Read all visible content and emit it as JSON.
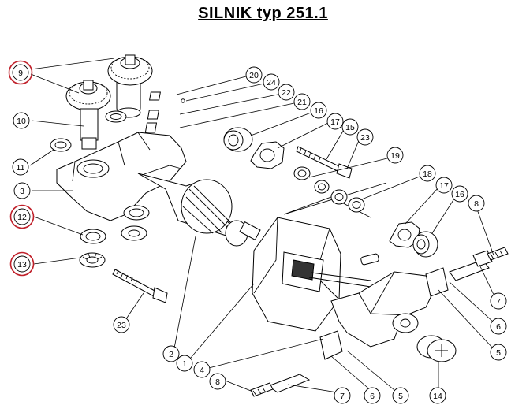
{
  "title": "SILNIK  typ 251.1",
  "colors": {
    "highlight": "#c0202a",
    "ink": "#000000",
    "background": "#ffffff"
  },
  "callouts": [
    {
      "id": "c9",
      "label": "9",
      "highlighted": true
    },
    {
      "id": "c10",
      "label": "10",
      "highlighted": false
    },
    {
      "id": "c11",
      "label": "11",
      "highlighted": false
    },
    {
      "id": "c3",
      "label": "3",
      "highlighted": false
    },
    {
      "id": "c12",
      "label": "12",
      "highlighted": true
    },
    {
      "id": "c13",
      "label": "13",
      "highlighted": true
    },
    {
      "id": "c23a",
      "label": "23",
      "highlighted": false
    },
    {
      "id": "c2",
      "label": "2",
      "highlighted": false
    },
    {
      "id": "c1",
      "label": "1",
      "highlighted": false
    },
    {
      "id": "c4",
      "label": "4",
      "highlighted": false
    },
    {
      "id": "c8a",
      "label": "8",
      "highlighted": false
    },
    {
      "id": "c7a",
      "label": "7",
      "highlighted": false
    },
    {
      "id": "c6a",
      "label": "6",
      "highlighted": false
    },
    {
      "id": "c5a",
      "label": "5",
      "highlighted": false
    },
    {
      "id": "c14",
      "label": "14",
      "highlighted": false
    },
    {
      "id": "c20",
      "label": "20",
      "highlighted": false
    },
    {
      "id": "c24",
      "label": "24",
      "highlighted": false
    },
    {
      "id": "c22",
      "label": "22",
      "highlighted": false
    },
    {
      "id": "c21",
      "label": "21",
      "highlighted": false
    },
    {
      "id": "c16a",
      "label": "16",
      "highlighted": false
    },
    {
      "id": "c17a",
      "label": "17",
      "highlighted": false
    },
    {
      "id": "c15",
      "label": "15",
      "highlighted": false
    },
    {
      "id": "c23b",
      "label": "23",
      "highlighted": false
    },
    {
      "id": "c19",
      "label": "19",
      "highlighted": false
    },
    {
      "id": "c18",
      "label": "18",
      "highlighted": false
    },
    {
      "id": "c17b",
      "label": "17",
      "highlighted": false
    },
    {
      "id": "c16b",
      "label": "16",
      "highlighted": false
    },
    {
      "id": "c8b",
      "label": "8",
      "highlighted": false
    },
    {
      "id": "c7b",
      "label": "7",
      "highlighted": false
    },
    {
      "id": "c6b",
      "label": "6",
      "highlighted": false
    },
    {
      "id": "c5b",
      "label": "5",
      "highlighted": false
    }
  ]
}
